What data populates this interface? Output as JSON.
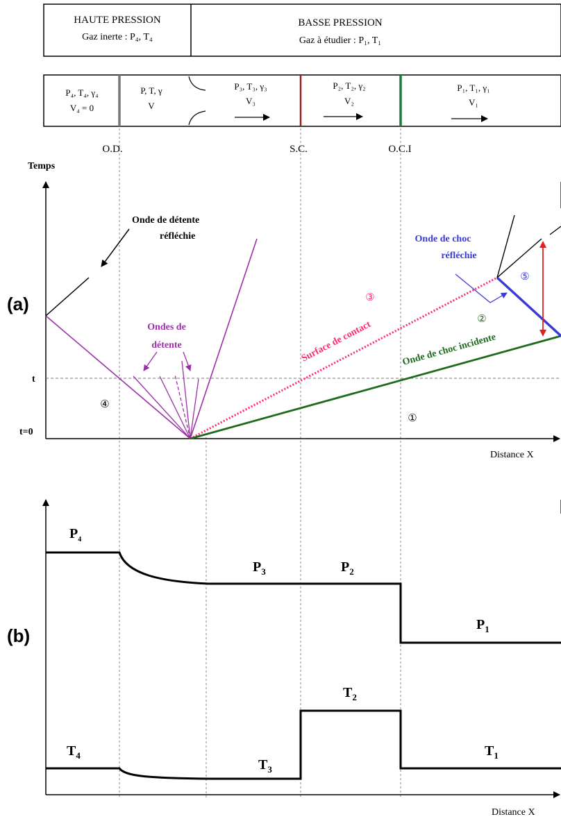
{
  "top_box": {
    "left_title": "HAUTE PRESSION",
    "left_sub": "Gaz inerte : P₄, T₄",
    "right_title": "BASSE PRESSION",
    "right_sub": "Gaz à étudier : P₁, T₁"
  },
  "tube": {
    "region4": {
      "line1": "P₄, T₄, γ₄",
      "line2": "V₄ = 0"
    },
    "region_fan": {
      "line1": "P, T, γ",
      "line2": "V"
    },
    "region3": {
      "line1": "P₃, T₃, γ₃",
      "line2": "V₃"
    },
    "region2": {
      "line1": "P₂, T₂, γ₂",
      "line2": "V₂"
    },
    "region1": {
      "line1": "P₁, T₁, γ₁",
      "line2": "V₁"
    }
  },
  "markers": {
    "od": "O.D.",
    "sc": "S.C.",
    "oci": "O.C.I"
  },
  "panel_a": {
    "label": "(a)",
    "y_axis": "Temps",
    "x_axis": "Distance X",
    "t_label": "t",
    "t0_label": "t=0",
    "reflected_expansion_1": "Onde de détente",
    "reflected_expansion_2": "réfléchie",
    "expansion_waves_1": "Ondes de",
    "expansion_waves_2": "détente",
    "contact_surface": "Surface de contact",
    "incident_shock": "Onde de choc incidente",
    "reflected_shock_1": "Onde de choc",
    "reflected_shock_2": "réfléchie",
    "zone1": "①",
    "zone2": "②",
    "zone3": "③",
    "zone4": "④",
    "zone5": "⑤",
    "colors": {
      "expansion": "#9b2fa8",
      "contact": "#ff2a6d",
      "incident": "#1e6b1e",
      "reflected_shock": "#3a3ad6",
      "arrow": "#e02020"
    }
  },
  "panel_b": {
    "label": "(b)",
    "x_axis": "Distance X",
    "p4": "P",
    "p4_sub": "4",
    "p3": "P",
    "p3_sub": "3",
    "p2": "P",
    "p2_sub": "2",
    "p1": "P",
    "p1_sub": "1",
    "t4": "T",
    "t4_sub": "4",
    "t3": "T",
    "t3_sub": "3",
    "t2": "T",
    "t2_sub": "2",
    "t1": "T",
    "t1_sub": "1"
  }
}
